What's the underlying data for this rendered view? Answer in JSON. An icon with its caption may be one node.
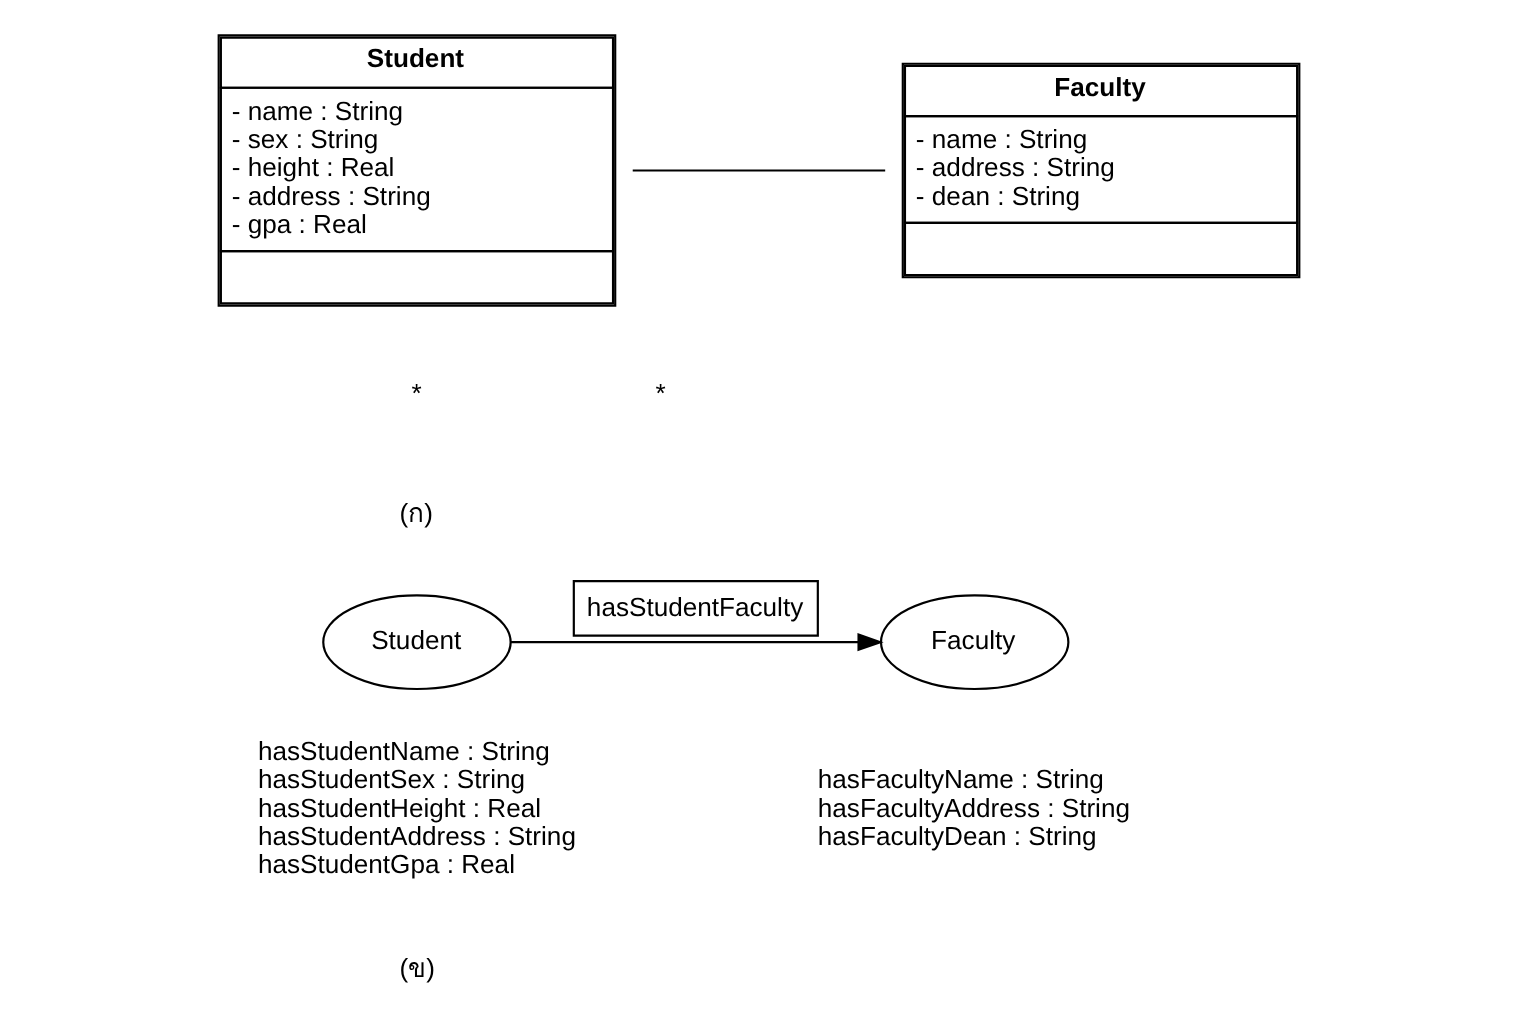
{
  "diagram": {
    "nodes": [
      {
        "text": [
          "Student",
          "- name : String",
          "- sex : String",
          "- height : Real",
          "- address : String",
          "- gpa : Real"
        ]
      },
      {
        "text": [
          "Faculty",
          "- name : String",
          "- address : String",
          "- dean : String"
        ]
      },
      {
        "text": [
          "Student"
        ],
        "beside": [
          "hasStudentName : String",
          "hasStudentSex : String",
          "hasStudentHeight : Real",
          "hasStudentAddress : String",
          "hasStudentGpa : Real"
        ]
      },
      {
        "text": [
          "Faculty"
        ],
        "beside": [
          "hasFacultyName : String",
          "hasFacultyAddress : String",
          "hasFacultyDean : String"
        ]
      }
    ],
    "edges": [
      {
        "from": 0,
        "to": 1,
        "arrow": "none"
      },
      {
        "from": 2,
        "to": 3,
        "arrow": "to",
        "label": "hasStudentFaculty"
      }
    ],
    "labels": [
      "*",
      "*",
      "(ก)",
      "(ข)"
    ]
  }
}
